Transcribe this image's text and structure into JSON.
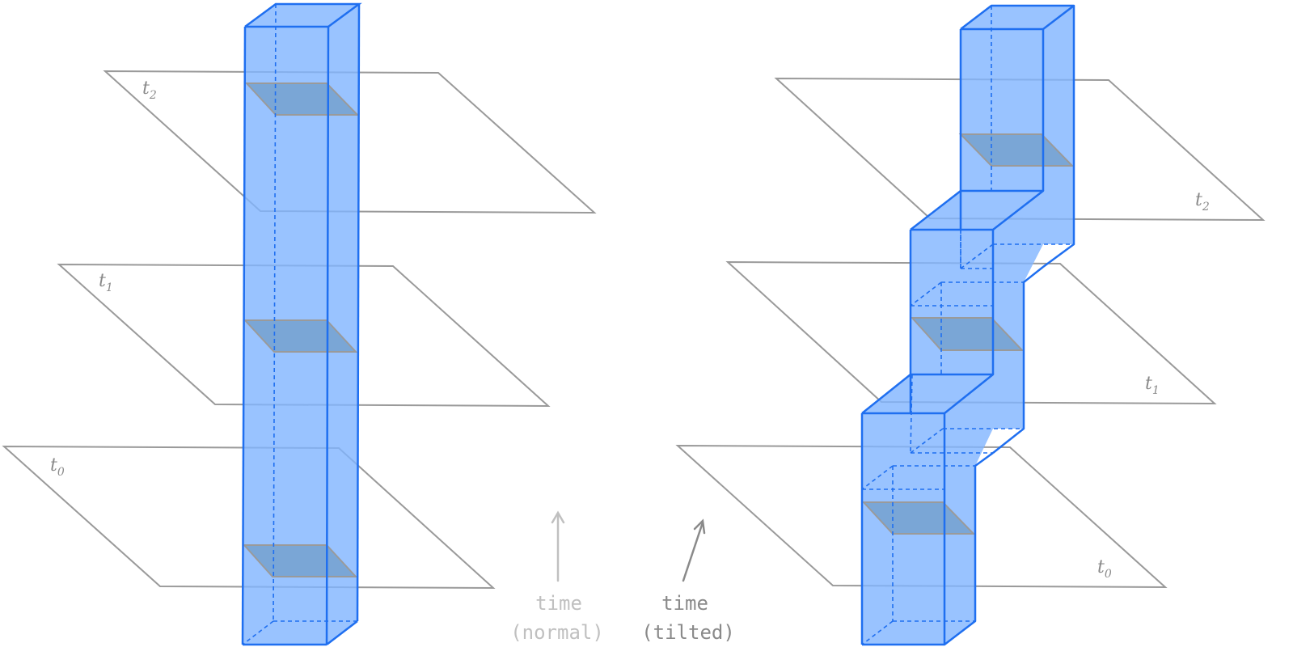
{
  "left_diagram": {
    "planes": [
      {
        "base": "t",
        "sub": "2"
      },
      {
        "base": "t",
        "sub": "1"
      },
      {
        "base": "t",
        "sub": "0"
      }
    ],
    "caption": {
      "line1": "time",
      "line2": "(normal)"
    }
  },
  "right_diagram": {
    "planes": [
      {
        "base": "t",
        "sub": "2"
      },
      {
        "base": "t",
        "sub": "1"
      },
      {
        "base": "t",
        "sub": "0"
      }
    ],
    "caption": {
      "line1": "time",
      "line2": "(tilted)"
    }
  },
  "colors": {
    "plane_stroke": "#9a9a9a",
    "box_fill": "#7fb4ff",
    "box_stroke": "#1f6ff0",
    "slice_fill": "#7aa6d6",
    "caption_normal": "#c0c0c0",
    "caption_tilted": "#8a8a8a"
  }
}
